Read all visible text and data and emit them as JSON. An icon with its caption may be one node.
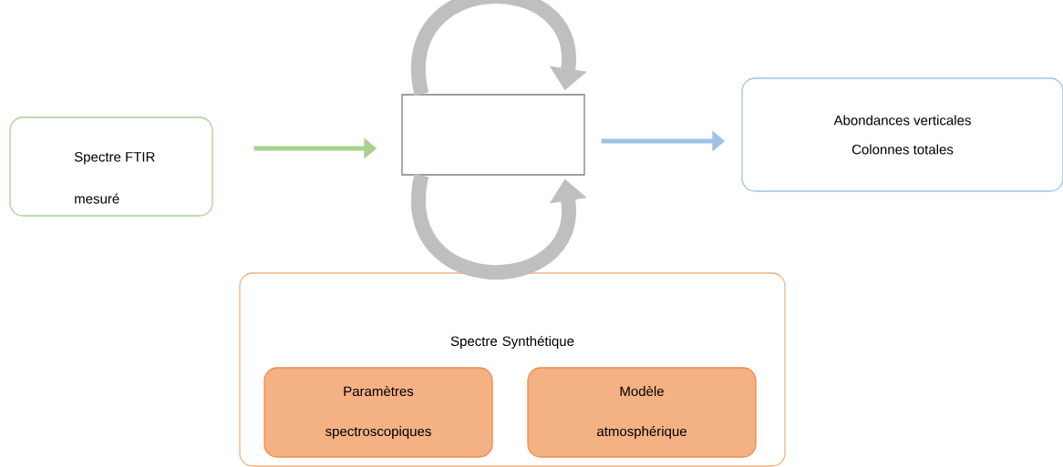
{
  "diagram": {
    "nodes": [
      {
        "text": [
          "Spectre FTIR mesuré"
        ]
      },
      {
        "text": [],
        "shape": "box"
      },
      {
        "text": [
          "Abondances verticales",
          "Colonnes totales"
        ]
      },
      {
        "text": [
          "Spectre Synthétique"
        ]
      },
      {
        "text": [
          "Paramètres spectroscopiques"
        ],
        "in": 3
      },
      {
        "text": [
          "Modèle atmosphérique"
        ],
        "in": 3
      }
    ],
    "edges": [
      {
        "from": 0,
        "to": 1,
        "arrow": "to",
        "color": "#a9d18e"
      },
      {
        "from": 1,
        "to": 2,
        "arrow": "to",
        "color": "#9dc3e6"
      },
      {
        "from": 1,
        "to": 1,
        "arrow": "to",
        "style": "thick",
        "color": "#bfbfbf"
      },
      {
        "from": 1,
        "to": 1,
        "arrow": "to",
        "style": "thick",
        "color": "#bfbfbf"
      }
    ]
  }
}
